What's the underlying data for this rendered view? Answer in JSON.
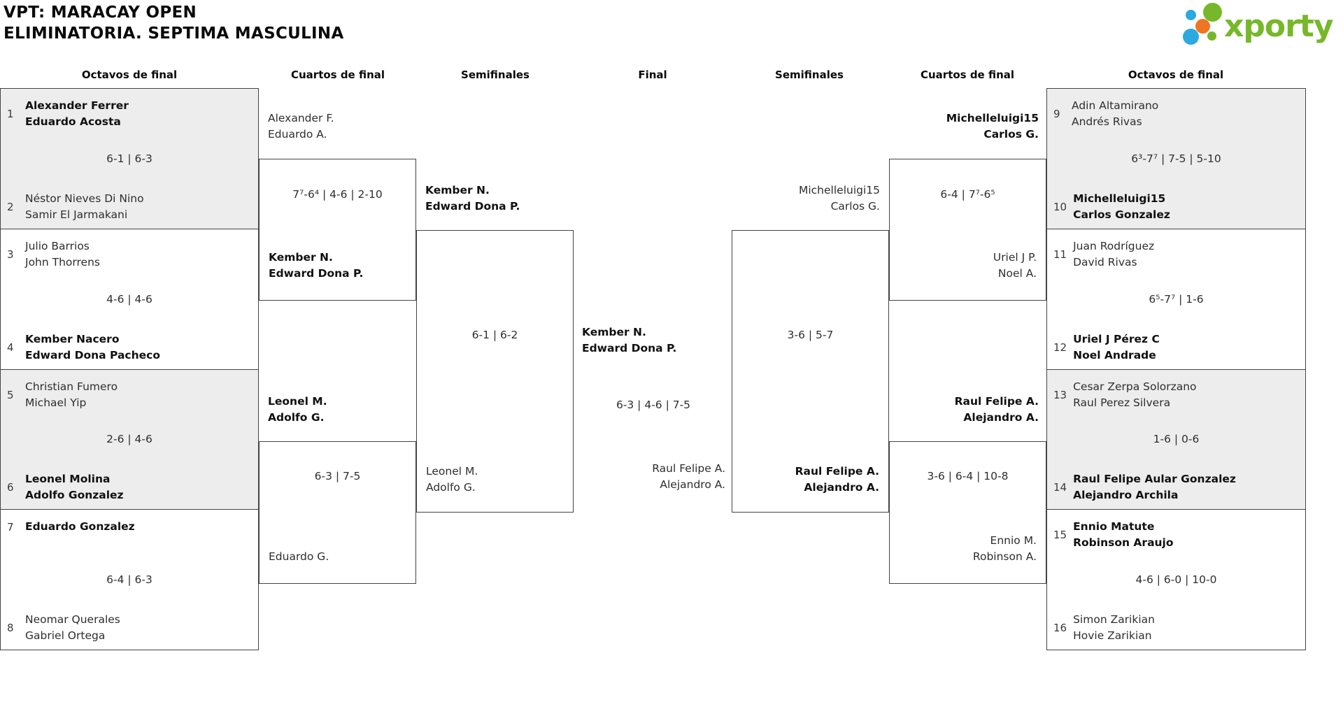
{
  "title": {
    "line1": "VPT: MARACAY OPEN",
    "line2": "ELIMINATORIA. SEPTIMA MASCULINA"
  },
  "logo": {
    "text": "xporty",
    "green": "#76b82a",
    "blue": "#2ba9e0",
    "orange": "#ee7623"
  },
  "round_headers": {
    "r16_left": "Octavos de final",
    "qf_left": "Cuartos de final",
    "sf_left": "Semifinales",
    "final": "Final",
    "sf_right": "Semifinales",
    "qf_right": "Cuartos de final",
    "r16_right": "Octavos de final"
  },
  "octavos_left": [
    {
      "seed_top": "1",
      "team_top": [
        "Alexander Ferrer",
        "Eduardo Acosta"
      ],
      "top_winner": true,
      "score": "6-1 | 6-3",
      "seed_bottom": "2",
      "team_bottom": [
        "Néstor Nieves Di Nino",
        "Samir El Jarmakani"
      ],
      "bottom_winner": false
    },
    {
      "seed_top": "3",
      "team_top": [
        "Julio Barrios",
        "John Thorrens"
      ],
      "top_winner": false,
      "score": "4-6 | 4-6",
      "seed_bottom": "4",
      "team_bottom": [
        "Kember Nacero",
        "Edward Dona Pacheco"
      ],
      "bottom_winner": true
    },
    {
      "seed_top": "5",
      "team_top": [
        "Christian Fumero",
        "Michael Yip"
      ],
      "top_winner": false,
      "score": "2-6 | 4-6",
      "seed_bottom": "6",
      "team_bottom": [
        "Leonel Molina",
        "Adolfo Gonzalez"
      ],
      "bottom_winner": true
    },
    {
      "seed_top": "7",
      "team_top": [
        "Eduardo Gonzalez"
      ],
      "top_winner": true,
      "score": "6-4 | 6-3",
      "seed_bottom": "8",
      "team_bottom": [
        "Neomar Querales",
        "Gabriel Ortega"
      ],
      "bottom_winner": false
    }
  ],
  "octavos_right": [
    {
      "seed_top": "9",
      "team_top": [
        "Adin Altamirano",
        "Andrés Rivas"
      ],
      "top_winner": false,
      "score": "6³-7⁷ | 7-5 | 5-10",
      "seed_bottom": "10",
      "team_bottom": [
        "Michelleluigi15",
        "Carlos Gonzalez"
      ],
      "bottom_winner": true
    },
    {
      "seed_top": "11",
      "team_top": [
        "Juan Rodríguez",
        "David Rivas"
      ],
      "top_winner": false,
      "score": "6⁵-7⁷ | 1-6",
      "seed_bottom": "12",
      "team_bottom": [
        "Uriel J Pérez C",
        "Noel Andrade"
      ],
      "bottom_winner": true
    },
    {
      "seed_top": "13",
      "team_top": [
        "Cesar Zerpa Solorzano",
        "Raul Perez Silvera"
      ],
      "top_winner": false,
      "score": "1-6 | 0-6",
      "seed_bottom": "14",
      "team_bottom": [
        "Raul Felipe Aular Gonzalez",
        "Alejandro Archila"
      ],
      "bottom_winner": true
    },
    {
      "seed_top": "15",
      "team_top": [
        "Ennio Matute",
        "Robinson Araujo"
      ],
      "top_winner": true,
      "score": "4-6 | 6-0 | 10-0",
      "seed_bottom": "16",
      "team_bottom": [
        "Simon Zarikian",
        "Hovie Zarikian"
      ],
      "bottom_winner": false
    }
  ],
  "cuartos_left": [
    {
      "team_top": [
        "Alexander F.",
        "Eduardo A."
      ],
      "top_winner": false,
      "score": "7⁷-6⁴ | 4-6 | 2-10",
      "team_bottom": [
        "Kember N.",
        "Edward Dona P."
      ],
      "bottom_winner": true
    },
    {
      "team_top": [
        "Leonel M.",
        "Adolfo G."
      ],
      "top_winner": true,
      "score": "6-3 | 7-5",
      "team_bottom": [
        "Eduardo G."
      ],
      "bottom_winner": false
    }
  ],
  "cuartos_right": [
    {
      "team_top": [
        "Michelleluigi15",
        "Carlos G."
      ],
      "top_winner": true,
      "score": "6-4 | 7⁷-6⁵",
      "team_bottom": [
        "Uriel J P.",
        "Noel A."
      ],
      "bottom_winner": false
    },
    {
      "team_top": [
        "Raul Felipe A.",
        "Alejandro A."
      ],
      "top_winner": true,
      "score": "3-6 | 6-4 | 10-8",
      "team_bottom": [
        "Ennio M.",
        "Robinson A."
      ],
      "bottom_winner": false
    }
  ],
  "semifinal_left": {
    "team_top": [
      "Kember N.",
      "Edward Dona P."
    ],
    "top_winner": true,
    "score": "6-1 | 6-2",
    "team_bottom": [
      "Leonel M.",
      "Adolfo G."
    ],
    "bottom_winner": false
  },
  "semifinal_right": {
    "team_top": [
      "Michelleluigi15",
      "Carlos G."
    ],
    "top_winner": false,
    "score": "3-6 | 5-7",
    "team_bottom": [
      "Raul Felipe A.",
      "Alejandro A."
    ],
    "bottom_winner": true
  },
  "final": {
    "team_top": [
      "Kember N.",
      "Edward Dona P."
    ],
    "top_winner": true,
    "score": "6-3 | 4-6 | 7-5",
    "team_bottom": [
      "Raul Felipe A.",
      "Alejandro A."
    ],
    "bottom_winner": false
  }
}
